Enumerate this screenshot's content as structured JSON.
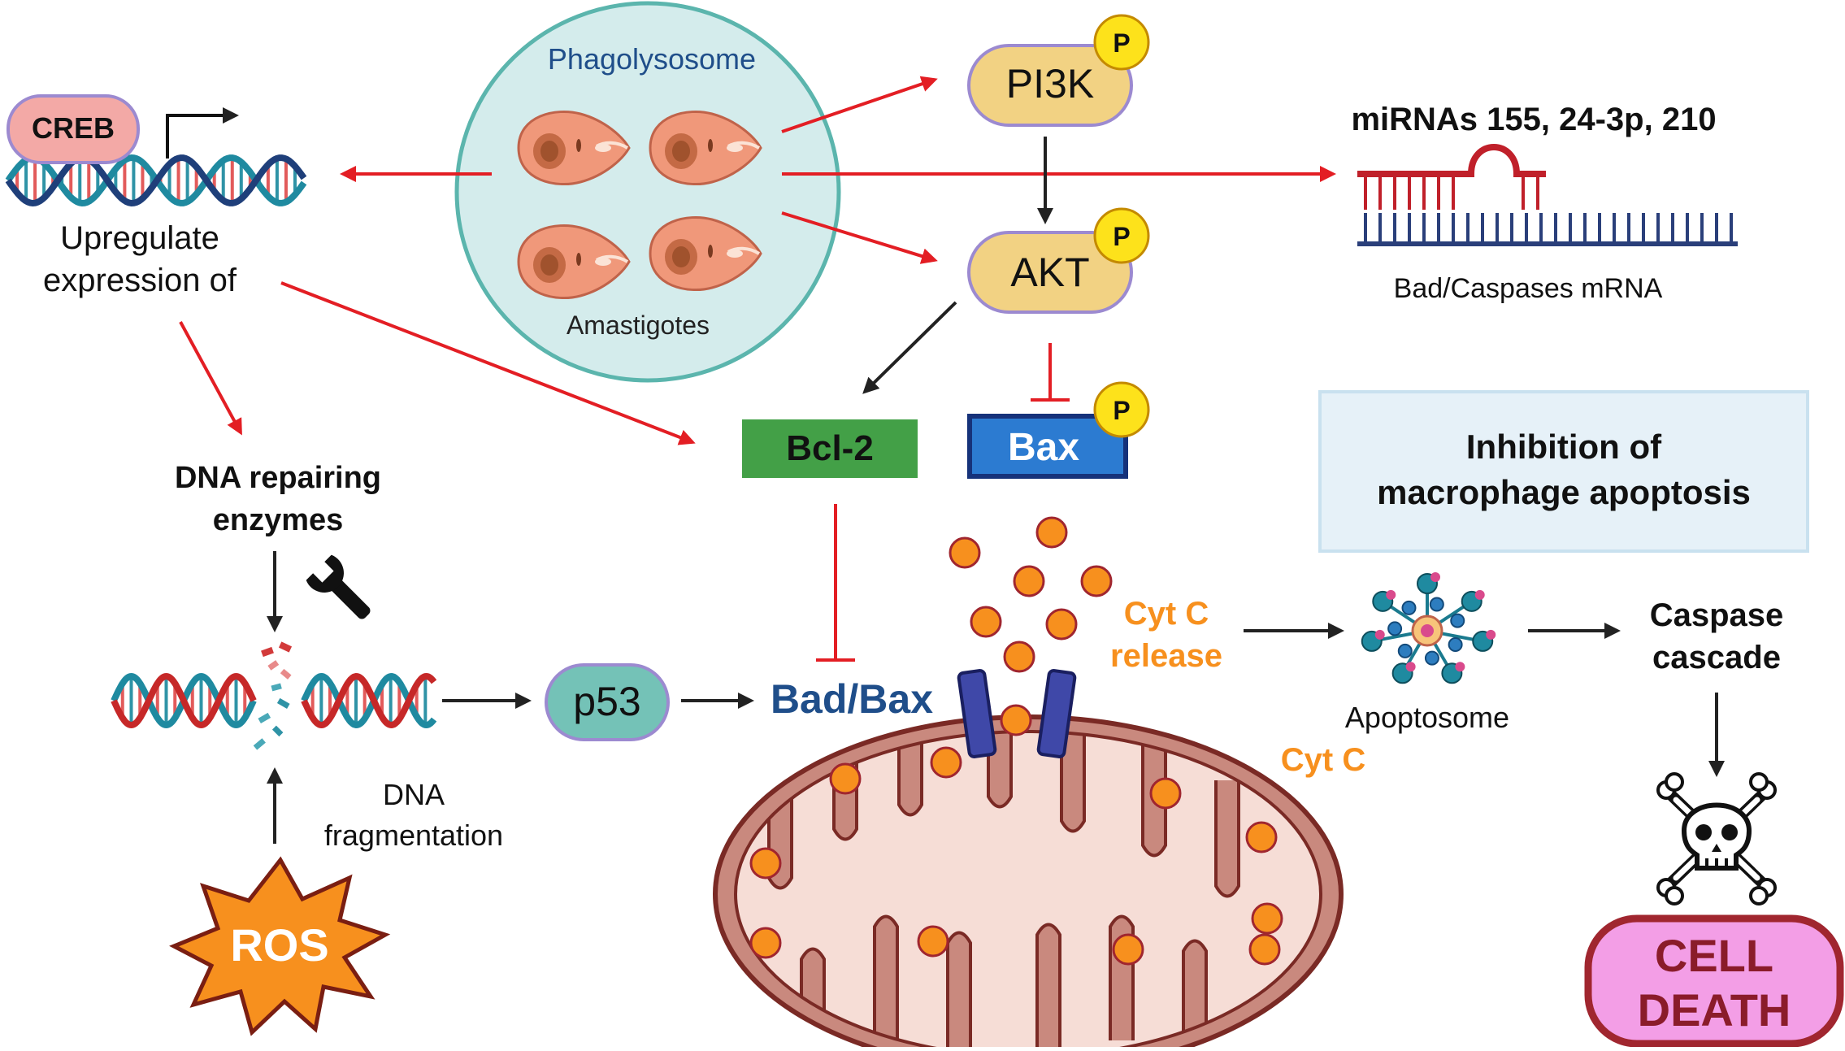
{
  "phagolysosome": {
    "label": "Phagolysosome",
    "amastigotes_label": "Amastigotes"
  },
  "creb": {
    "label": "CREB"
  },
  "upregulate": {
    "line1": "Upregulate",
    "line2": "expression of"
  },
  "dna_repair": {
    "line1": "DNA repairing",
    "line2": "enzymes"
  },
  "dna_fragmentation": {
    "line1": "DNA",
    "line2": "fragmentation"
  },
  "ros": {
    "label": "ROS"
  },
  "p53": {
    "label": "p53"
  },
  "bad_bax": {
    "label": "Bad/Bax"
  },
  "pi3k": {
    "label": "PI3K",
    "phospho": "P"
  },
  "akt": {
    "label": "AKT",
    "phospho": "P"
  },
  "bcl2": {
    "label": "Bcl-2"
  },
  "bax": {
    "label": "Bax",
    "phospho": "P"
  },
  "mirna": {
    "label": "miRNAs 155, 24-3p, 210",
    "target": "Bad/Caspases mRNA"
  },
  "inhibition": {
    "line1": "Inhibition of",
    "line2": "macrophage apoptosis"
  },
  "cytc_release": {
    "line1": "Cyt C",
    "line2": "release"
  },
  "cytc": {
    "label": "Cyt C"
  },
  "apoptosome": {
    "label": "Apoptosome"
  },
  "caspase": {
    "line1": "Caspase",
    "line2": "cascade"
  },
  "cell_death": {
    "line1": "CELL",
    "line2": "DEATH"
  },
  "colors": {
    "red_arrow": "#e31e24",
    "black_arrow": "#222222",
    "phago_fill": "#d4ecec",
    "phago_stroke": "#5bb5ad",
    "parasite": "#f0987a",
    "pill": "#f2d283",
    "phospho": "#fde21b",
    "bcl2": "#43a047",
    "bax": "#2c7bd1",
    "p53": "#74c2b7",
    "blue_text": "#1f4e8a",
    "orange": "#f7901e",
    "cell_death_fill": "#f39ee6",
    "cell_death_stroke": "#a0262f",
    "mito_outer": "#c9897e",
    "mito_inner": "#f6ddd6"
  }
}
